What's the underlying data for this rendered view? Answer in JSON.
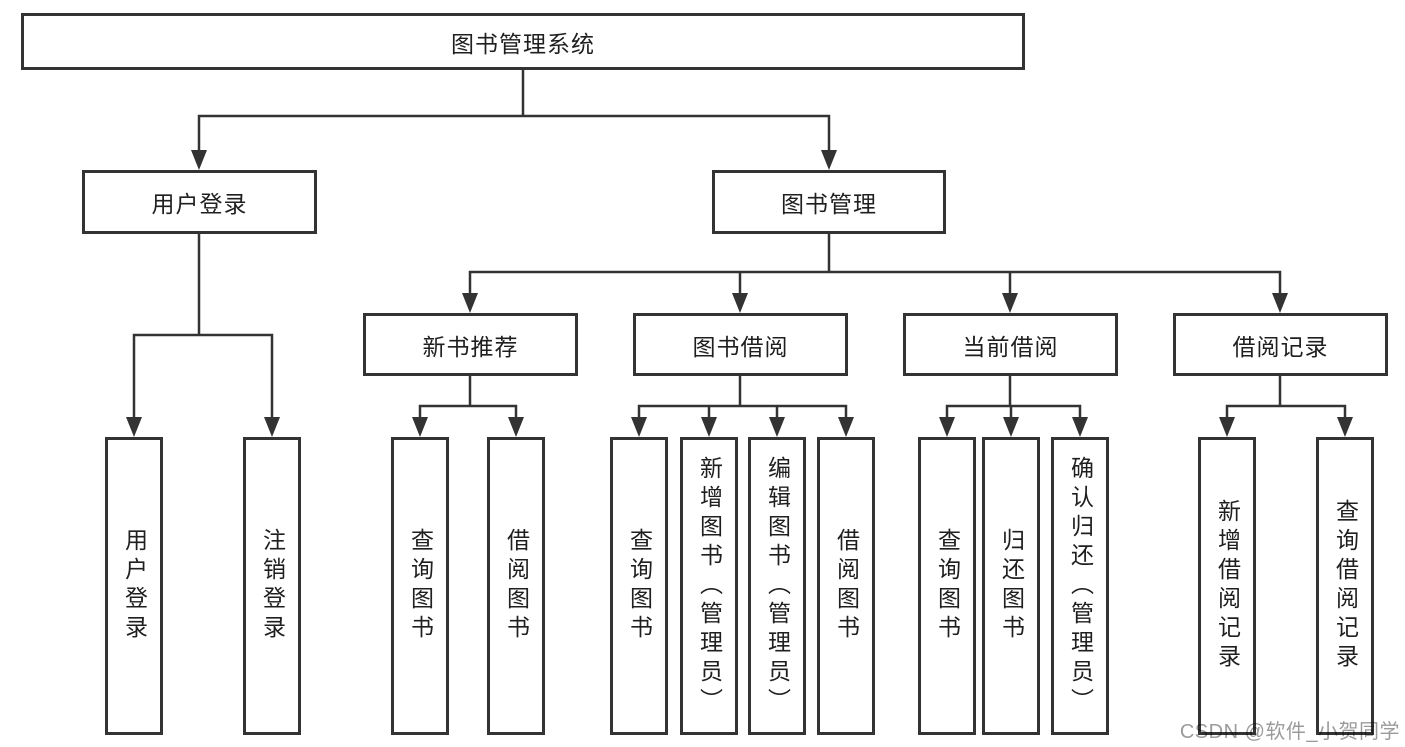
{
  "diagram": {
    "root": {
      "label": "图书管理系统"
    },
    "user_login": {
      "label": "用户登录",
      "leaves": [
        {
          "label": "用户登录"
        },
        {
          "label": "注销登录"
        }
      ]
    },
    "book_management": {
      "label": "图书管理",
      "sections": [
        {
          "label": "新书推荐",
          "leaves": [
            {
              "label": "查询图书"
            },
            {
              "label": "借阅图书"
            }
          ]
        },
        {
          "label": "图书借阅",
          "leaves": [
            {
              "label": "查询图书"
            },
            {
              "label": "新增图书（管理员）"
            },
            {
              "label": "编辑图书（管理员）"
            },
            {
              "label": "借阅图书"
            }
          ]
        },
        {
          "label": "当前借阅",
          "leaves": [
            {
              "label": "查询图书"
            },
            {
              "label": "归还图书"
            },
            {
              "label": "确认归还（管理员）"
            }
          ]
        },
        {
          "label": "借阅记录",
          "leaves": [
            {
              "label": "新增借阅记录"
            },
            {
              "label": "查询借阅记录"
            }
          ]
        }
      ]
    }
  },
  "watermark": {
    "text": "CSDN @软件_小贺同学"
  },
  "colors": {
    "line": "#333333",
    "text": "#1f1f1f",
    "background": "#ffffff",
    "watermark": "#9b9b9b"
  }
}
